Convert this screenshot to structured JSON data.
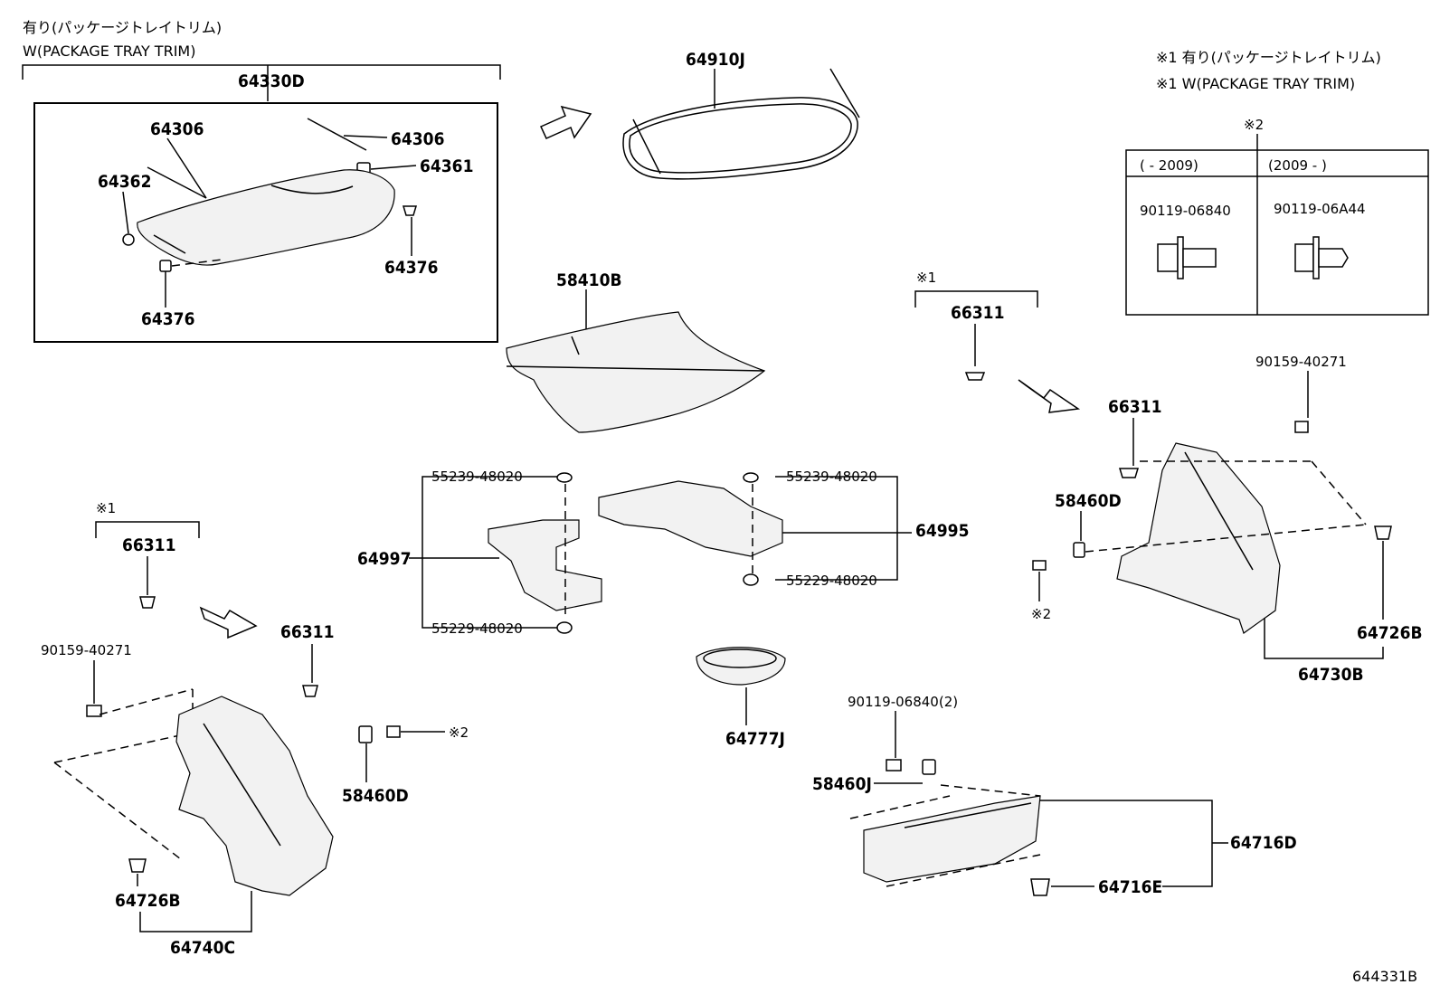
{
  "header": {
    "jp_note": "有り(パッケージトレイトリム)",
    "en_note": "W(PACKAGE TRAY TRIM)"
  },
  "legend": {
    "note1_jp": "※1 有り(パッケージトレイトリム)",
    "note1_en": "※1 W(PACKAGE TRAY TRIM)",
    "note2_mark": "※2",
    "col1_header": "(   - 2009)",
    "col2_header": "(2009 -    )",
    "col1_part": "90119-06840",
    "col2_part": "90119-06A44"
  },
  "parts": {
    "p64330D": "64330D",
    "p64306a": "64306",
    "p64306b": "64306",
    "p64361": "64361",
    "p64362": "64362",
    "p64376a": "64376",
    "p64376b": "64376",
    "p64910J": "64910J",
    "p58410B": "58410B",
    "p55239a": "55239-48020",
    "p55239b": "55239-48020",
    "p55229a": "55229-48020",
    "p55229b": "55229-48020",
    "p64997": "64997",
    "p64995": "64995",
    "p64777J": "64777J",
    "note1_right": "※1",
    "p66311_r1": "66311",
    "p66311_r2": "66311",
    "p90159_r": "90159-40271",
    "p58460D_r": "58460D",
    "note2_right": "※2",
    "p64726B_r": "64726B",
    "p64730B": "64730B",
    "note1_left": "※1",
    "p66311_l1": "66311",
    "p66311_l2": "66311",
    "p90159_l": "90159-40271",
    "note2_left": "※2",
    "p58460D_l": "58460D",
    "p64726B_l": "64726B",
    "p64740C": "64740C",
    "p90119_qty": "90119-06840(2)",
    "p58460J": "58460J",
    "p64716D": "64716D",
    "p64716E": "64716E"
  },
  "diagram_id": "644331B"
}
